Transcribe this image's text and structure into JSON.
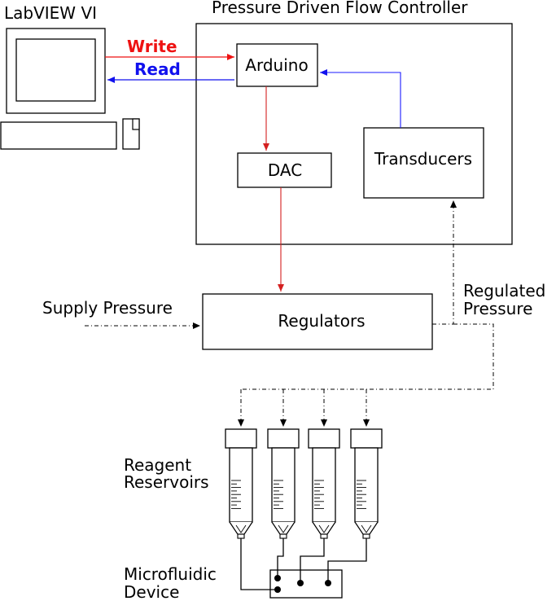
{
  "computer": {
    "title": "LabVIEW VI"
  },
  "controller": {
    "title": "Pressure Driven Flow Controller"
  },
  "links": {
    "write": "Write",
    "read": "Read"
  },
  "blocks": {
    "arduino": "Arduino",
    "dac": "DAC",
    "transducers": "Transducers",
    "regulators": "Regulators"
  },
  "labels": {
    "supply_pressure": "Supply Pressure",
    "regulated_line1": "Regulated",
    "regulated_line2": "Pressure",
    "reagent_line1": "Reagent",
    "reagent_line2": "Reservoirs",
    "device_line1": "Microfluidic",
    "device_line2": "Device"
  },
  "colors": {
    "write": "#ee1111",
    "read": "#1111ee",
    "signal_red": "#d42020",
    "feedback_blue": "#1a1aff",
    "line": "#000000"
  }
}
